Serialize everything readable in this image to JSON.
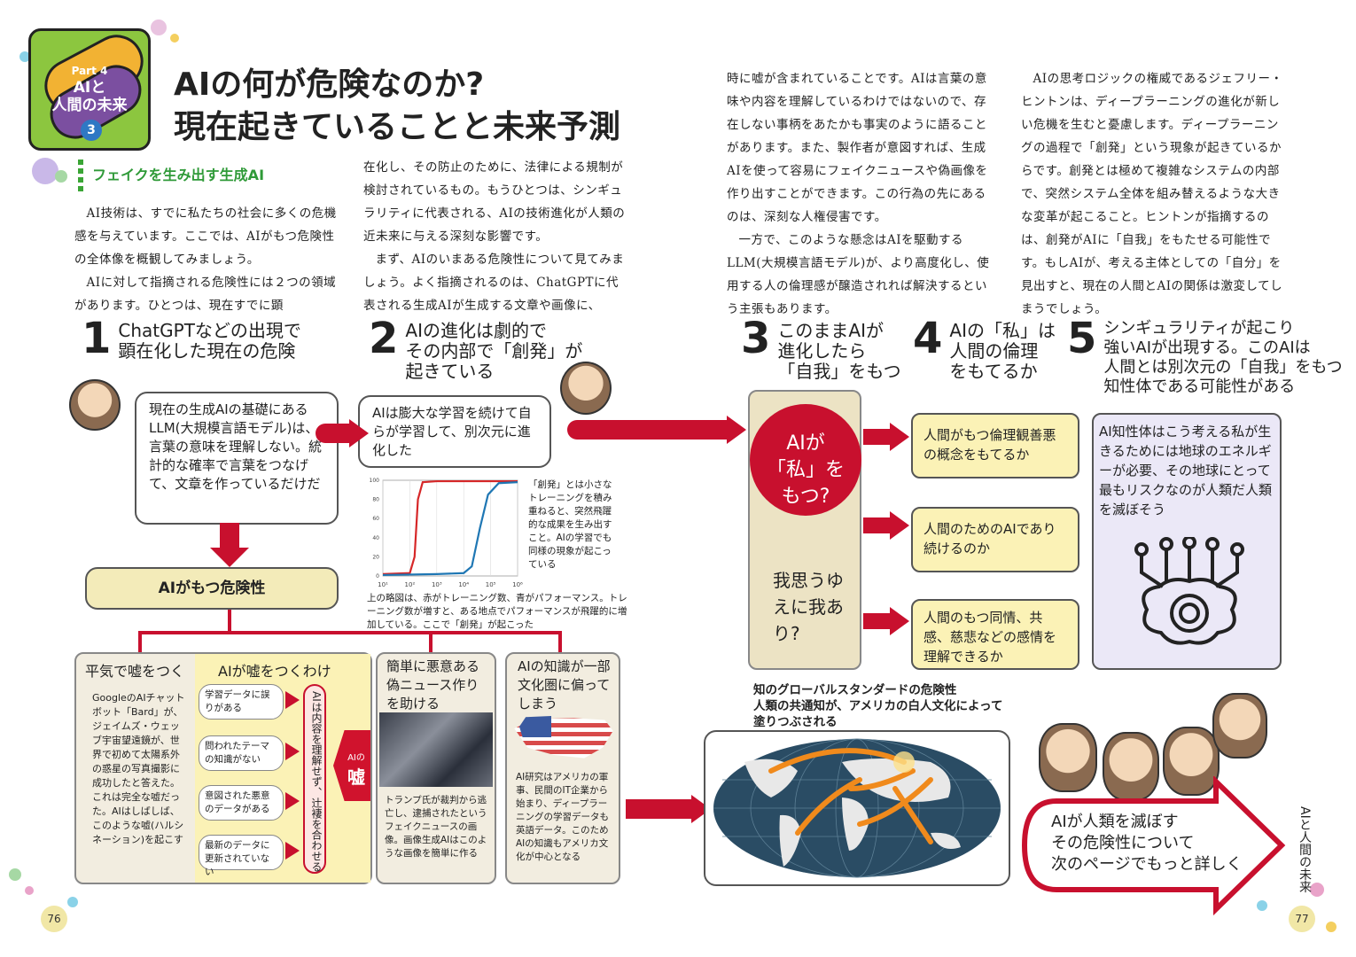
{
  "badge": {
    "part": "Part 4",
    "title_line1": "AIと",
    "title_line2": "人間の未来",
    "number": "3"
  },
  "title": {
    "line1": "AIの何が危険なのか?",
    "line2": "現在起きていることと未来予測"
  },
  "section_heading": "フェイクを生み出す生成AI",
  "col1": {
    "p1": "AI技術は、すでに私たちの社会に多くの危機感を与えています。ここでは、AIがもつ危険性の全体像を概観してみましょう。",
    "p2": "AIに対して指摘される危険性には２つの領域があります。ひとつは、現在すでに顕"
  },
  "col2": {
    "p1": "在化し、その防止のために、法律による規制が検討されているもの。もうひとつは、シンギュラリティに代表される、AIの技術進化が人類の近未来に与える深刻な影響です。",
    "p2": "まず、AIのいまある危険性について見てみましょう。よく指摘されるのは、ChatGPTに代表される生成AIが生成する文章や画像に、"
  },
  "col3": {
    "p1": "時に嘘が含まれていることです。AIは言葉の意味や内容を理解しているわけではないので、存在しない事柄をあたかも事実のように語ることがあります。また、製作者が意図すれば、生成AIを使って容易にフェイクニュースや偽画像を作り出すことができます。この行為の先にあるのは、深刻な人権侵害です。",
    "p2": "一方で、このような懸念はAIを駆動するLLM(大規模言語モデル)が、より高度化し、使用する人の倫理感が醸造されれば解決するという主張もあります。"
  },
  "col4": {
    "p1": "AIの思考ロジックの権威であるジェフリー・ヒントンは、ディープラーニングの進化が新しい危機を生むと憂慮します。ディープラーニングの過程で「創発」という現象が起きているからです。創発とは極めて複雑なシステムの内部で、突然システム全体を組み替えるような大きな変革が起こること。ヒントンが指摘するのは、創発がAIに「自我」をもたせる可能性です。もしAIが、考える主体としての「自分」を見出すと、現在の人間とAIの関係は激変してしまうでしょう。"
  },
  "steps": [
    {
      "num": "1",
      "line1": "ChatGPTなどの出現で",
      "line2": "顕在化した現在の危険",
      "line3": ""
    },
    {
      "num": "2",
      "line1": "AIの進化は劇的で",
      "line2": "その内部で「創発」が",
      "line3": "起きている"
    },
    {
      "num": "3",
      "line1": "このままAIが",
      "line2": "進化したら",
      "line3": "「自我」をもつ"
    },
    {
      "num": "4",
      "line1": "AIの「私」は",
      "line2": "人間の倫理",
      "line3": "をもてるか"
    },
    {
      "num": "5",
      "line1": "シンギュラリティが起こり",
      "line2": "強いAIが出現する。このAIは",
      "line3": "人間とは別次元の「自我」をもつ",
      "line4": "知性体である可能性がある"
    }
  ],
  "bubble1": "現在の生成AIの基礎にあるLLM(大規模言語モデル)は、言葉の意味を理解しない。統計的な確率で言葉をつなげて、文章を作っているだけだ",
  "bubble2": "AIは膨大な学習を続けて自らが学習して、別次元に進化した",
  "chart_note": "「創発」とは小さなトレーニングを積み重ねると、突然飛躍的な成果を生み出すこと。AIの学習でも同様の現象が起こっている",
  "chart_caption": "上の略図は、赤がトレーニング数、青がパフォーマンス。トレーニング数が増すと、ある地点でパフォーマンスが飛躍的に増加している。ここで「創発」が起こった",
  "chart_data": {
    "type": "line",
    "title": "",
    "xlabel": "",
    "ylabel": "",
    "x_scale": "log",
    "x_ticks": [
      "10¹",
      "10²",
      "10³",
      "10⁴",
      "10⁵",
      "10⁶"
    ],
    "y_ticks": [
      "0",
      "20",
      "40",
      "60",
      "80",
      "100"
    ],
    "ylim": [
      0,
      100
    ],
    "series": [
      {
        "color": "#d62728",
        "x": [
          10,
          100,
          150,
          200,
          300,
          1000,
          100000,
          1000000
        ],
        "y": [
          2,
          3,
          20,
          80,
          98,
          99,
          99,
          99
        ]
      },
      {
        "color": "#1f77b4",
        "x": [
          10,
          1000,
          10000,
          20000,
          40000,
          80000,
          200000,
          1000000
        ],
        "y": [
          1,
          2,
          3,
          10,
          50,
          85,
          97,
          98
        ]
      }
    ]
  },
  "danger_label": "AIがもつ危険性",
  "lie_box": {
    "heading": "平気で嘘をつく",
    "text": "GoogleのAIチャットボット「Bard」が、ジェイムズ・ウェッブ宇宙望遠鏡が、世界で初めて太陽系外の惑星の写真撮影に成功したと答えた。これは完全な嘘だった。AIはしばしば、このような嘘(ハルシネーション)を起こす"
  },
  "why_lie": {
    "heading": "AIが嘘をつくわけ",
    "reasons": [
      "学習データに誤りがある",
      "問われたテーマの知識がない",
      "意図された悪意のデータがある",
      "最新のデータに更新されていない"
    ],
    "vertical": "AIは内容を理解せず、辻褄を合わせる",
    "lie_tag_small": "AIの",
    "lie_tag_big": "嘘"
  },
  "fake_news": {
    "heading": "簡単に悪意ある偽ニュース作りを助ける",
    "caption": "トランプ氏が裁判から逃亡し、逮捕されたというフェイクニュースの画像。画像生成AIはこのような画像を簡単に作る"
  },
  "bias": {
    "heading": "AIの知識が一部文化圏に偏ってしまう",
    "caption": "AI研究はアメリカの軍事、民間のIT企業から始まり、ディープラーニングの学習データも英語データ。このためAIの知識もアメリカ文化が中心となる"
  },
  "ego": {
    "circle": "AIが「私」をもつ?",
    "bottom": "我思うゆえに我あり?"
  },
  "ethics": [
    "人間がもつ倫理観善悪の概念をもてるか",
    "人間のためのAIであり続けるのか",
    "人間のもつ同情、共感、慈悲などの感情を理解できるか"
  ],
  "singularity_text": "AI知性体はこう考える私が生きるためには地球のエネルギーが必要、その地球にとって最もリスクなのが人類だ人類を滅ぼそう",
  "global": {
    "line1": "知のグローバルスタンダードの危険性",
    "line2": "人類の共通知が、アメリカの白人文化によって",
    "line3": "塗りつぶされる"
  },
  "next": {
    "line1": "AIが人類を滅ぼす",
    "line2": "その危険性について",
    "line3": "次のページでもっと詳しく"
  },
  "side_label": "AIと人間の未来",
  "page_left": "76",
  "page_right": "77",
  "colors": {
    "accent_red": "#c8102e",
    "green": "#8cc63f",
    "yellow": "#fbf2b6"
  }
}
